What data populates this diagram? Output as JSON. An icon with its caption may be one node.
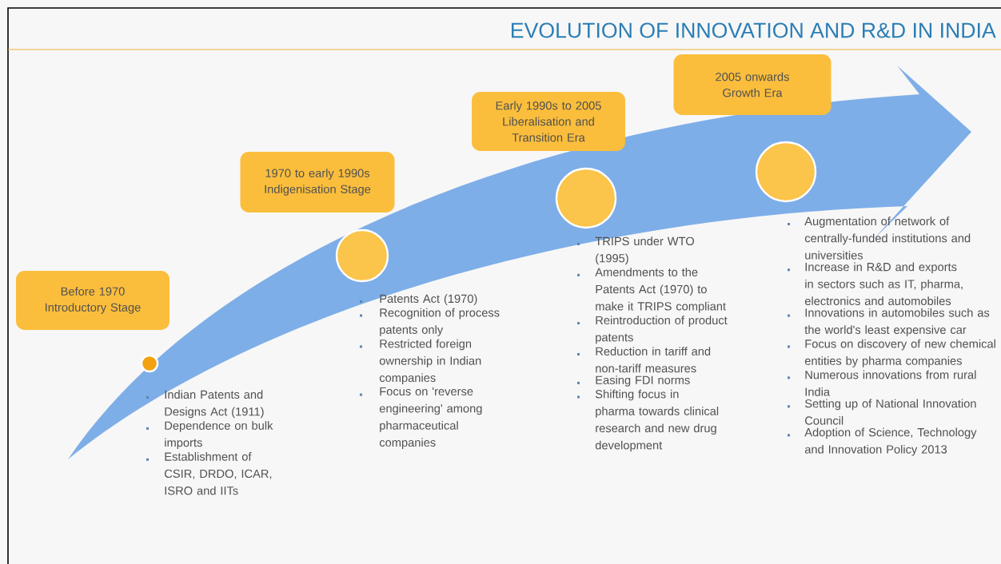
{
  "diagram": {
    "title": "EVOLUTION OF INNOVATION AND R&D IN INDIA",
    "nodes": [
      {
        "text": [
          "Before 1970",
          "Introductory Stage"
        ]
      },
      {
        "text": [],
        "shape": "circle",
        "beside": [
          "Indian Patents and Designs Act (1911)",
          "Dependence on bulk imports",
          "Establishment of CSIR, DRDO, ICAR, ISRO and IITs"
        ]
      },
      {
        "text": [
          "1970 to early 1990s",
          "Indigenisation Stage"
        ]
      },
      {
        "text": [],
        "shape": "circle",
        "beside": [
          "Patents Act (1970)",
          "Recognition of process patents only",
          "Restricted foreign ownership in Indian companies",
          "Focus on 'reverse engineering' among pharmaceutical companies"
        ]
      },
      {
        "text": [
          "Early 1990s to 2005",
          "Liberalisation and Transition Era"
        ]
      },
      {
        "text": [],
        "shape": "circle",
        "beside": [
          "TRIPS under WTO (1995)",
          "Amendments to the Patents Act (1970) to make it TRIPS compliant",
          "Reintroduction of product patents",
          "Reduction in tariff and non-tariff measures",
          "Easing FDI norms",
          "Shifting focus in pharma towards clinical research and new drug development"
        ]
      },
      {
        "text": [
          "2005 onwards",
          "Growth Era"
        ]
      },
      {
        "text": [],
        "shape": "circle",
        "beside": [
          "Augmentation of network of centrally-funded institutions and universities",
          "Increase in R&D and exports in sectors such as IT, pharma, electronics and automobiles",
          "Innovations in automobiles such as the world's least expensive car",
          "Focus on discovery of new chemical entities by pharma companies",
          "Numerous innovations from rural India",
          "Setting up of National Innovation Council",
          "Adoption of Science, Technology and Innovation Policy 2013"
        ]
      }
    ]
  }
}
